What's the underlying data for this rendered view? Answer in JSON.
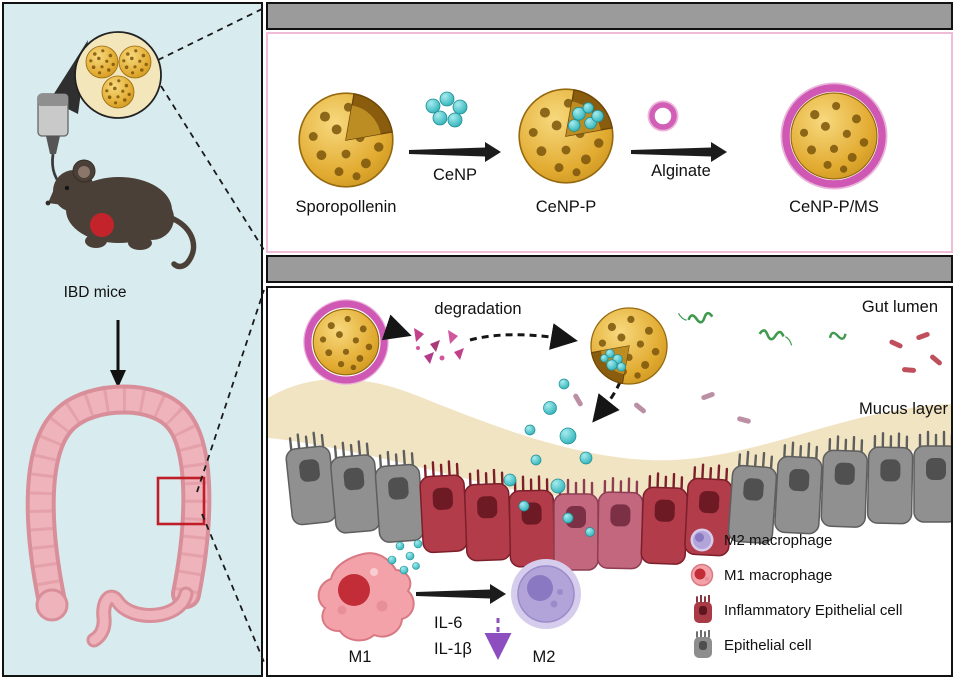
{
  "colors": {
    "left_panel_bg": "#d8ecef",
    "divider_gray": "#9b9b9b",
    "spore_gold": "#e2ab31",
    "cenp_teal": "#41bcc2",
    "alginate_pink": "#cf58b4",
    "inflamed_red": "#b23c49",
    "epithelial_gray": "#909090",
    "m1_pink": "#f3a2a9",
    "m2_purple": "#b2a4d9"
  },
  "left_panel": {
    "mice_label": "IBD mice"
  },
  "synthesis": {
    "step1_label": "Sporopollenin",
    "arrow1_label": "CeNP",
    "step2_label": "CeNP-P",
    "arrow2_label": "Alginate",
    "step3_label": "CeNP-P/MS"
  },
  "gut": {
    "lumen_label": "Gut lumen",
    "degradation_label": "degradation",
    "mucus_label": "Mucus layer",
    "m1_label": "M1",
    "m2_label": "M2",
    "cytokines": [
      "IL-6",
      "IL-1β"
    ]
  },
  "legend": {
    "items": [
      {
        "label": "M2 macrophage",
        "color": "#b2a4d9"
      },
      {
        "label": "M1 macrophage",
        "color": "#f3a2a9"
      },
      {
        "label": "Inflammatory Epithelial cell",
        "color": "#a93b46"
      },
      {
        "label": "Epithelial cell",
        "color": "#8d8d8d"
      }
    ]
  }
}
